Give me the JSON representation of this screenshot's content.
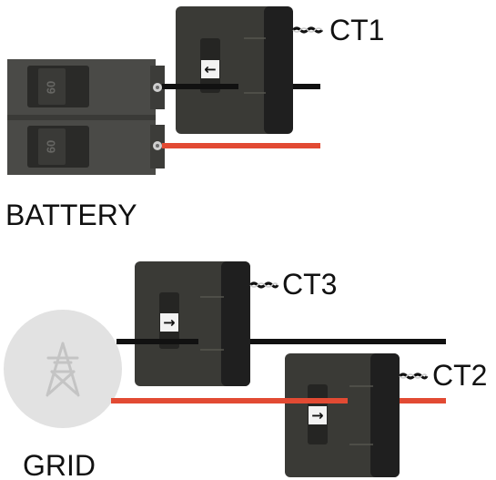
{
  "labels": {
    "battery": "BATTERY",
    "grid": "GRID",
    "ct1": "CT1",
    "ct2": "CT2",
    "ct3": "CT3"
  },
  "breakers": [
    {
      "rating": "60"
    },
    {
      "rating": "60"
    }
  ],
  "arrows": {
    "ct1": "←",
    "ct2": "→",
    "ct3": "→"
  },
  "colors": {
    "black_wire": "#111111",
    "red_wire": "#e24a33",
    "ct_body": "#3a3a36",
    "ct_side": "#1f1f1f",
    "breaker_body": "#4a4a47",
    "grid_circle": "#e2e2e2"
  },
  "icons": {
    "grid": "power-tower-icon",
    "ct_lead": "twisted-wire-icon"
  }
}
